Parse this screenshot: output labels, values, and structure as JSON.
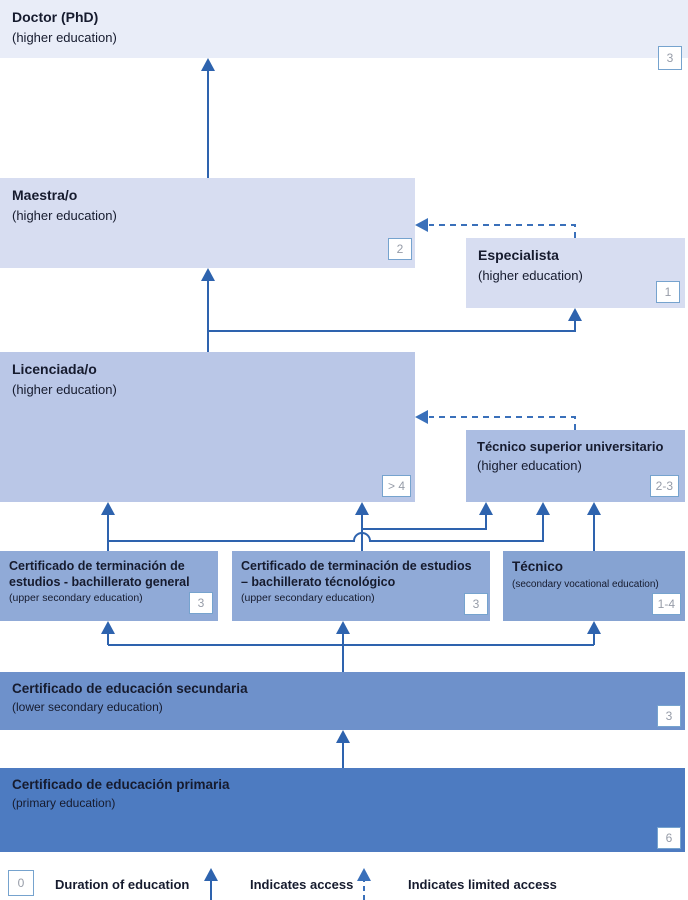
{
  "palette": {
    "box-l1": "#e9edf8",
    "box-l2": "#d7ddf1",
    "box-l3": "#bac7e7",
    "box-l3b": "#abbde2",
    "box-l4": "#90aad7",
    "box-l4b": "#86a3d2",
    "box-l5": "#6e91cb",
    "box-l6": "#4d7bc1",
    "arrow": "#2e63ae",
    "dashed": "#3a70ba",
    "badge-border": "#76a3ce",
    "badge-text": "#969ca8",
    "text": "#161b2e"
  },
  "boxes": {
    "doctor": {
      "title": "Doctor (PhD)",
      "subtitle": "(higher education)",
      "badge": "3"
    },
    "maestra": {
      "title": "Maestra/o",
      "subtitle": "(higher education)",
      "badge": "2"
    },
    "especialista": {
      "title": "Especialista",
      "subtitle": "(higher education)",
      "badge": "1"
    },
    "licenciada": {
      "title": "Licenciada/o",
      "subtitle": "(higher education)",
      "badge": "> 4"
    },
    "tsu": {
      "title": "Técnico superior universitario",
      "subtitle": "(higher education)",
      "badge": "2-3"
    },
    "general": {
      "title": "Certificado de terminación de estudios - bachillerato general",
      "subtitle": "(upper secondary education)",
      "badge": "3"
    },
    "tecnologico": {
      "title": "Certificado de terminación de estudios – bachillerato técnológico",
      "subtitle": "(upper secondary education)",
      "badge": "3"
    },
    "tecnico": {
      "title": "Técnico",
      "subtitle": "(secondary vocational education)",
      "badge": "1-4"
    },
    "secundaria": {
      "title": "Certificado de educación secundaria",
      "subtitle": "(lower secondary education)",
      "badge": "3"
    },
    "primaria": {
      "title": "Certificado de educación primaria",
      "subtitle": "(primary education)",
      "badge": "6"
    }
  },
  "legend": {
    "duration_badge": "0",
    "duration_label": "Duration of education",
    "access_label": "Indicates access",
    "limited_access_label": "Indicates limited access"
  }
}
